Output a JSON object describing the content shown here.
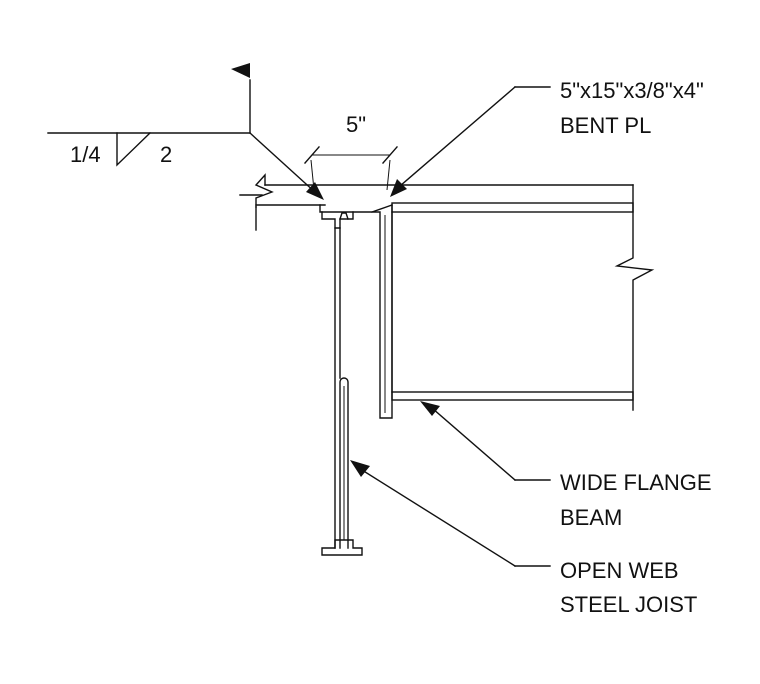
{
  "weld_symbol": {
    "size": "1/4",
    "length": "2"
  },
  "dimension": {
    "seat_width": "5\""
  },
  "callouts": {
    "bent_plate": {
      "line1": "5\"x15\"x3/8\"x4\"",
      "line2": "BENT PL"
    },
    "beam": {
      "line1": "WIDE FLANGE",
      "line2": "BEAM"
    },
    "joist": {
      "line1": "OPEN WEB",
      "line2": "STEEL JOIST"
    }
  }
}
